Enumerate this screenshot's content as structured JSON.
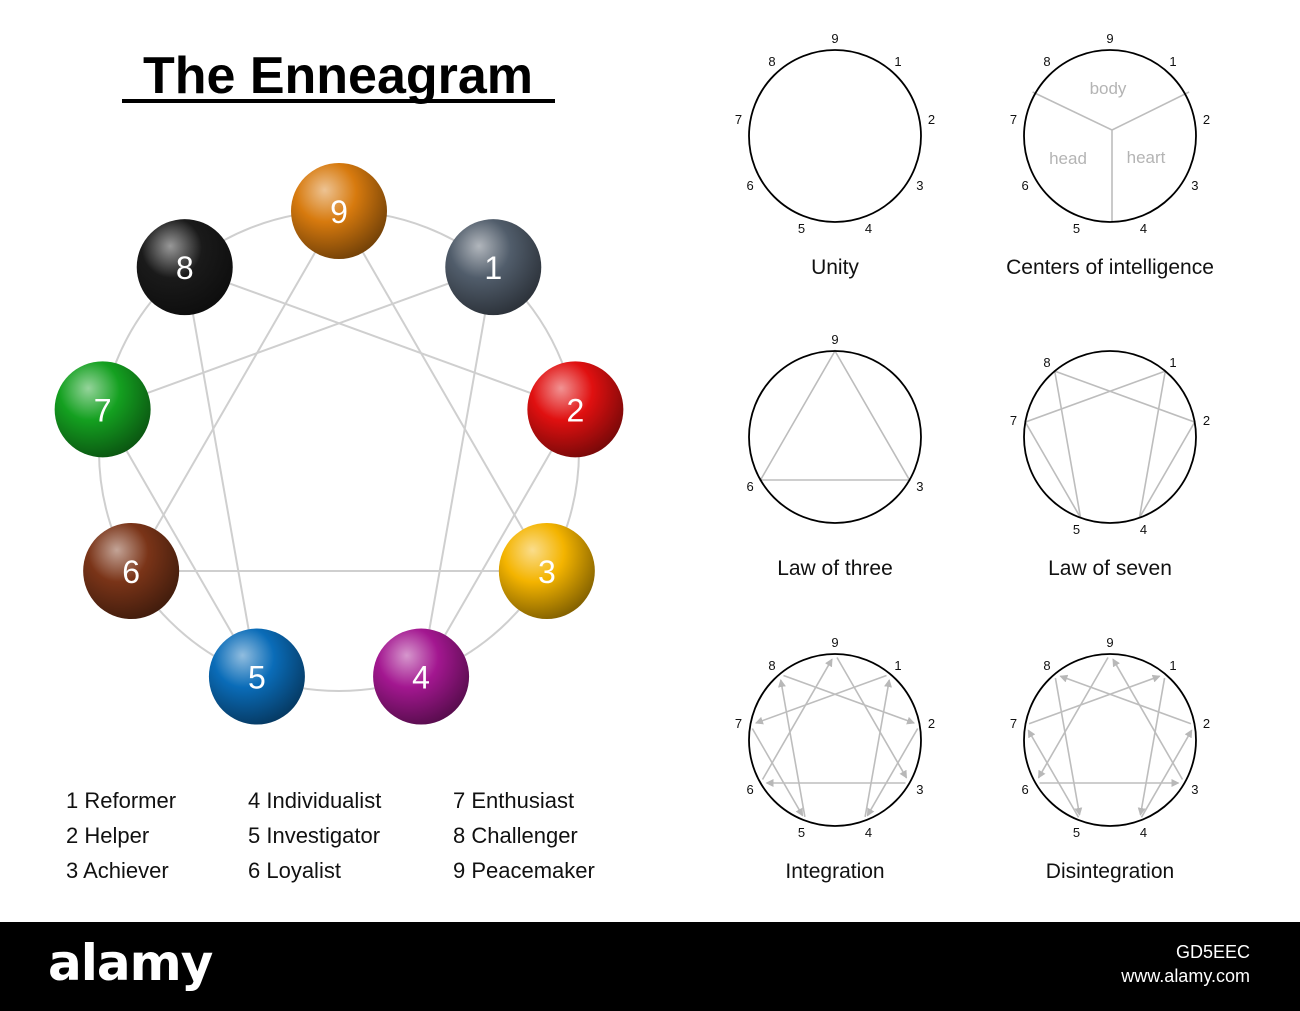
{
  "title": "The Enneagram",
  "points": [
    {
      "num": "9",
      "color": "#d77a0e"
    },
    {
      "num": "1",
      "color": "#515d6b"
    },
    {
      "num": "2",
      "color": "#e01010"
    },
    {
      "num": "3",
      "color": "#f4b400"
    },
    {
      "num": "4",
      "color": "#a31790"
    },
    {
      "num": "5",
      "color": "#0a6cb8"
    },
    {
      "num": "6",
      "color": "#7a3418"
    },
    {
      "num": "7",
      "color": "#14a020"
    },
    {
      "num": "8",
      "color": "#1a1a1a"
    }
  ],
  "legend": [
    [
      "1  Reformer",
      "2  Helper",
      "3  Achiever"
    ],
    [
      "4  Individualist",
      "5  Investigator",
      "6  Loyalist"
    ],
    [
      "7  Enthusiast",
      "8  Challenger",
      "9  Peacemaker"
    ]
  ],
  "diagrams": [
    {
      "type": "unity",
      "caption": "Unity"
    },
    {
      "type": "centers",
      "caption": "Centers of intelligence",
      "centers": [
        "body",
        "head",
        "heart"
      ]
    },
    {
      "type": "three",
      "caption": "Law of three"
    },
    {
      "type": "seven",
      "caption": "Law of seven"
    },
    {
      "type": "integration",
      "caption": "Integration"
    },
    {
      "type": "disintegration",
      "caption": "Disintegration"
    }
  ],
  "footer": {
    "logo": "alamy",
    "image_id": "GD5EEC",
    "url": "www.alamy.com"
  }
}
